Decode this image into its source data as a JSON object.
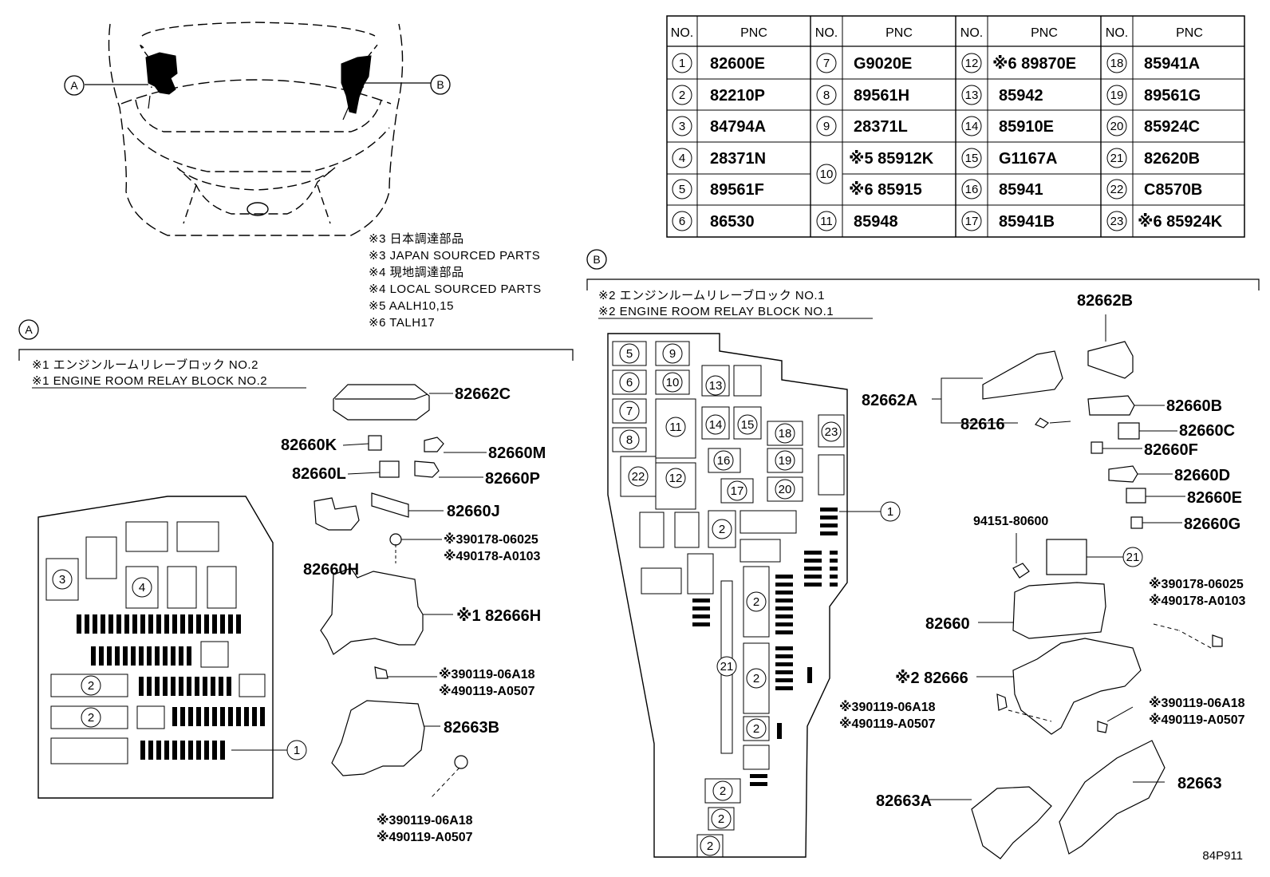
{
  "title_id": "84P911",
  "table": {
    "headers": [
      "NO.",
      "PNC",
      "NO.",
      "PNC",
      "NO.",
      "PNC",
      "NO.",
      "PNC"
    ],
    "col1": [
      {
        "no": "1",
        "pnc": "82600E"
      },
      {
        "no": "2",
        "pnc": "82210P"
      },
      {
        "no": "3",
        "pnc": "84794A"
      },
      {
        "no": "4",
        "pnc": "28371N"
      },
      {
        "no": "5",
        "pnc": "89561F"
      },
      {
        "no": "6",
        "pnc": "86530"
      }
    ],
    "col2": [
      {
        "no": "7",
        "pnc": "G9020E"
      },
      {
        "no": "8",
        "pnc": "89561H"
      },
      {
        "no": "9",
        "pnc": "28371L"
      },
      {
        "no": "10",
        "pnc": "※5 85912K"
      },
      {
        "no": "10",
        "pnc": "※6 85915"
      },
      {
        "no": "11",
        "pnc": "85948"
      }
    ],
    "col3": [
      {
        "no": "12",
        "pnc": "※6 89870E"
      },
      {
        "no": "13",
        "pnc": "85942"
      },
      {
        "no": "14",
        "pnc": "85910E"
      },
      {
        "no": "15",
        "pnc": "G1167A"
      },
      {
        "no": "16",
        "pnc": "85941"
      },
      {
        "no": "17",
        "pnc": "85941B"
      }
    ],
    "col4": [
      {
        "no": "18",
        "pnc": "85941A"
      },
      {
        "no": "19",
        "pnc": "89561G"
      },
      {
        "no": "20",
        "pnc": "85924C"
      },
      {
        "no": "21",
        "pnc": "82620B"
      },
      {
        "no": "22",
        "pnc": "C8570B"
      },
      {
        "no": "23",
        "pnc": "※6 85924K"
      }
    ]
  },
  "notes": [
    "※3 日本調達部品",
    "※3 JAPAN SOURCED PARTS",
    "※4 現地調達部品",
    "※4 LOCAL SOURCED PARTS",
    "※5 AALH10,15",
    "※6 TALH17"
  ],
  "markers": {
    "a": "A",
    "b": "B"
  },
  "section_a": {
    "heading_jp": "※1 エンジンルームリレーブロック NO.2",
    "heading_en": "※1 ENGINE ROOM RELAY BLOCK NO.2",
    "parts": {
      "p82662C": "82662C",
      "p82660K": "82660K",
      "p82660M": "82660M",
      "p82660L": "82660L",
      "p82660P": "82660P",
      "p82660J": "82660J",
      "p82660H": "82660H",
      "bolt1a": "※390178-06025",
      "bolt1b": "※490178-A0103",
      "p82666H": "※1 82666H",
      "bolt2a": "※390119-06A18",
      "bolt2b": "※490119-A0507",
      "p82663B": "82663B",
      "bolt3a": "※390119-06A18",
      "bolt3b": "※490119-A0507"
    },
    "fuse_labels": {
      "c3": "3",
      "c4": "4",
      "c2a": "2",
      "c2b": "2",
      "c1": "1"
    }
  },
  "section_b": {
    "heading_jp": "※2 エンジンルームリレーブロック NO.1",
    "heading_en": "※2 ENGINE ROOM RELAY BLOCK NO.1",
    "parts": {
      "p82662B": "82662B",
      "p82662A": "82662A",
      "p82660B": "82660B",
      "p82616": "82616",
      "p82660C": "82660C",
      "p82660F": "82660F",
      "p82660D": "82660D",
      "p82660E": "82660E",
      "p94151": "94151-80600",
      "p82660G": "82660G",
      "p82660": "82660",
      "boltA1": "※390178-06025",
      "boltA2": "※490178-A0103",
      "p82666": "※2 82666",
      "boltB1": "※390119-06A18",
      "boltB2": "※490119-A0507",
      "boltC1": "※390119-06A18",
      "boltC2": "※490119-A0507",
      "p82663A": "82663A",
      "p82663": "82663"
    },
    "fuse_labels": {
      "c5": "5",
      "c9": "9",
      "c6": "6",
      "c10": "10",
      "c7": "7",
      "c11": "11",
      "c13": "13",
      "c14": "14",
      "c15": "15",
      "c18": "18",
      "c23": "23",
      "c8": "8",
      "c22": "22",
      "c12": "12",
      "c16": "16",
      "c19": "19",
      "c17": "17",
      "c20": "20",
      "c2a": "2",
      "c1": "1",
      "c2b": "2",
      "c21": "21",
      "c2c": "2",
      "c2d": "2",
      "c2e": "2",
      "c2f": "2",
      "c2g": "2",
      "c21b": "21"
    }
  }
}
